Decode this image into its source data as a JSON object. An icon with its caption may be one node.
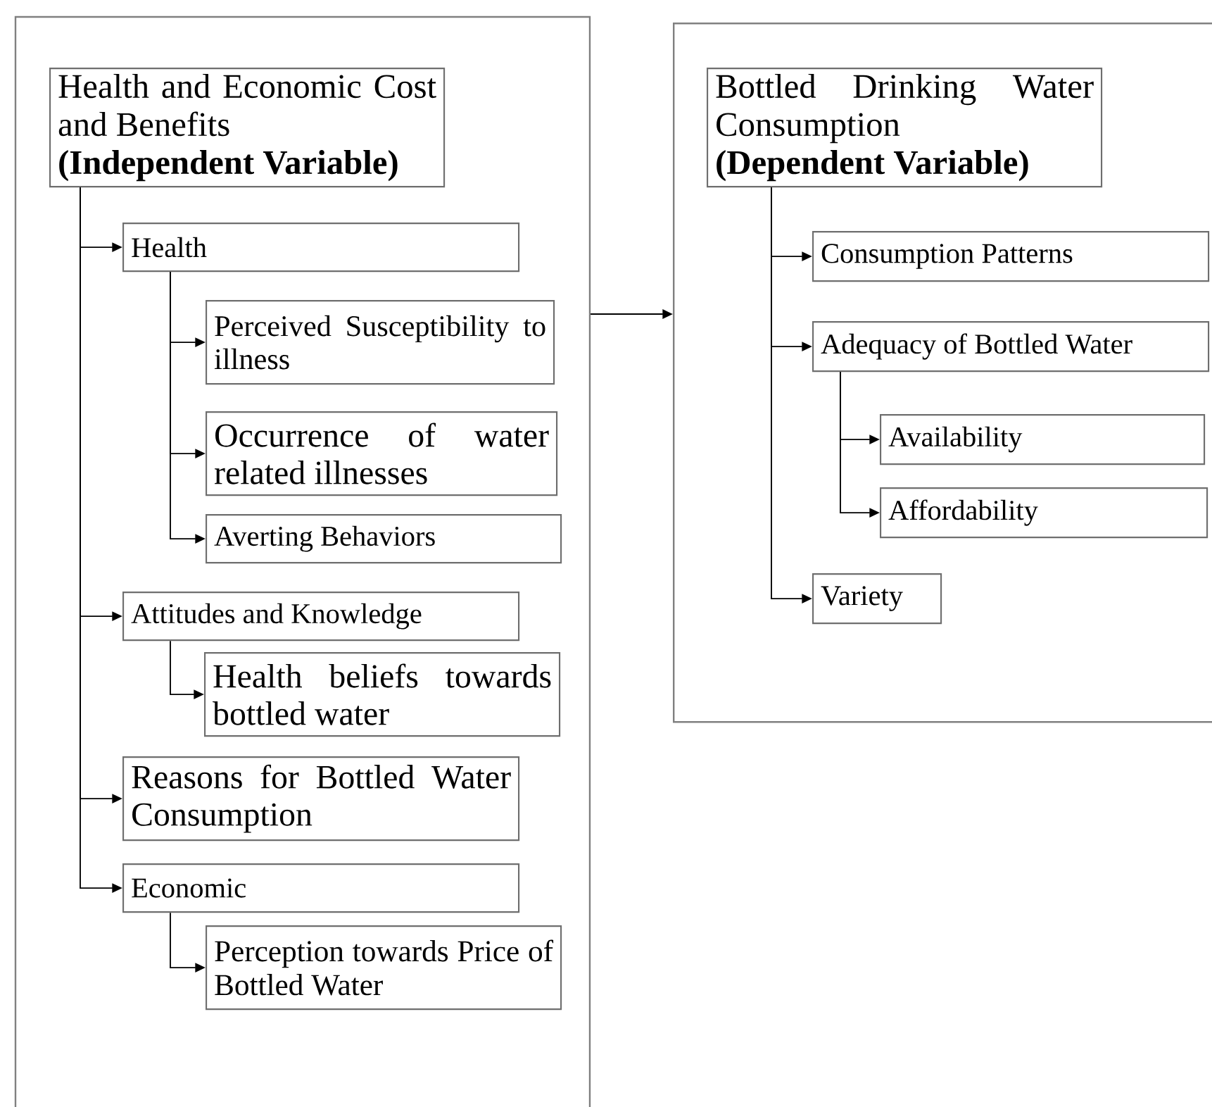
{
  "diagram": {
    "nodes": [
      {
        "text": [],
        "shape": "box"
      },
      {
        "text": [
          "Health and Economic Cost and Benefits",
          "(Independent Variable)"
        ],
        "in": 0
      },
      {
        "text": [
          "Health"
        ],
        "in": 0
      },
      {
        "text": [
          "Perceived Susceptibility to illness"
        ],
        "in": 0
      },
      {
        "text": [
          "Occurrence of water related illnesses"
        ],
        "in": 0
      },
      {
        "text": [
          "Averting Behaviors"
        ],
        "in": 0
      },
      {
        "text": [
          "Attitudes and Knowledge"
        ],
        "in": 0
      },
      {
        "text": [
          "Health beliefs towards bottled water"
        ],
        "in": 0
      },
      {
        "text": [
          "Reasons for Bottled Water Consumption"
        ],
        "in": 0
      },
      {
        "text": [
          "Economic"
        ],
        "in": 0
      },
      {
        "text": [
          "Perception towards Price of Bottled Water"
        ],
        "in": 0
      },
      {
        "text": [],
        "shape": "box"
      },
      {
        "text": [
          "Bottled Drinking Water Consumption",
          "(Dependent Variable)"
        ],
        "in": 11
      },
      {
        "text": [
          "Consumption Patterns"
        ],
        "in": 11
      },
      {
        "text": [
          "Adequacy of Bottled Water"
        ],
        "in": 11
      },
      {
        "text": [
          "Availability"
        ],
        "in": 11
      },
      {
        "text": [
          "Affordability"
        ],
        "in": 11
      },
      {
        "text": [
          "Variety"
        ],
        "in": 11
      }
    ],
    "edges": [
      {
        "from": 1,
        "to": 2,
        "arrow": "to"
      },
      {
        "from": 2,
        "to": 3,
        "arrow": "to"
      },
      {
        "from": 2,
        "to": 4,
        "arrow": "to"
      },
      {
        "from": 2,
        "to": 5,
        "arrow": "to"
      },
      {
        "from": 1,
        "to": 6,
        "arrow": "to"
      },
      {
        "from": 6,
        "to": 7,
        "arrow": "to"
      },
      {
        "from": 1,
        "to": 8,
        "arrow": "to"
      },
      {
        "from": 1,
        "to": 9,
        "arrow": "to"
      },
      {
        "from": 9,
        "to": 10,
        "arrow": "to"
      },
      {
        "from": 0,
        "to": 11,
        "arrow": "to"
      },
      {
        "from": 12,
        "to": 13,
        "arrow": "to"
      },
      {
        "from": 12,
        "to": 14,
        "arrow": "to"
      },
      {
        "from": 14,
        "to": 15,
        "arrow": "to"
      },
      {
        "from": 14,
        "to": 16,
        "arrow": "to"
      },
      {
        "from": 12,
        "to": 17,
        "arrow": "to"
      }
    ]
  }
}
